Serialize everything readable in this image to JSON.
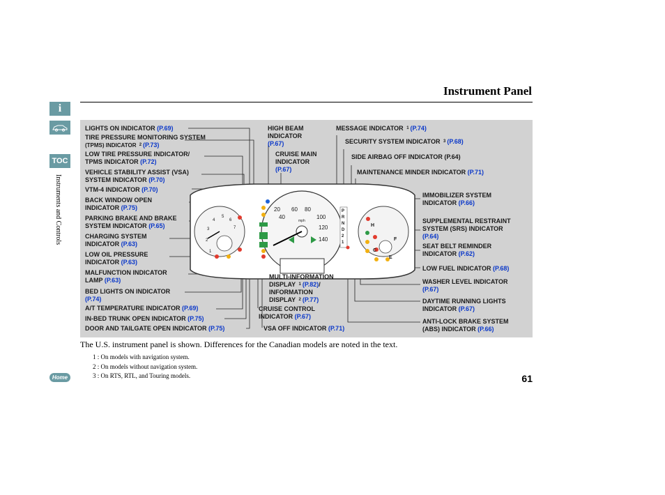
{
  "header": {
    "title": "Instrument Panel"
  },
  "sidebar": {
    "info_icon": "i",
    "car_icon": "car-icon",
    "toc_label": "TOC",
    "section_label": "Instruments and Controls",
    "home_label": "Home"
  },
  "callouts_left": [
    {
      "text": [
        "LIGHTS ON INDICATOR "
      ],
      "ref": "(P.69)"
    },
    {
      "text": [
        "TIRE PRESSURE MONITORING SYSTEM",
        "(TPMS) INDICATOR "
      ],
      "sup": "2",
      "ref": "(P.73)"
    },
    {
      "text": [
        "LOW TIRE PRESSURE INDICATOR/",
        "TPMS INDICATOR "
      ],
      "ref": "(P.72)"
    },
    {
      "text": [
        "VEHICLE STABILITY ASSIST (VSA)",
        "SYSTEM INDICATOR "
      ],
      "ref": "(P.70)"
    },
    {
      "text": [
        "VTM-4 INDICATOR "
      ],
      "ref": "(P.70)"
    },
    {
      "text": [
        "BACK WINDOW OPEN",
        "INDICATOR "
      ],
      "ref": "(P.75)"
    },
    {
      "text": [
        "PARKING BRAKE AND BRAKE",
        "SYSTEM INDICATOR "
      ],
      "ref": "(P.65)"
    },
    {
      "text": [
        "CHARGING SYSTEM",
        "INDICATOR "
      ],
      "ref": "(P.63)"
    },
    {
      "text": [
        "LOW OIL PRESSURE",
        "INDICATOR "
      ],
      "ref": "(P.63)"
    },
    {
      "text": [
        "MALFUNCTION INDICATOR",
        "LAMP "
      ],
      "ref": "(P.63)"
    },
    {
      "text": [
        "BED LIGHTS ON INDICATOR",
        ""
      ],
      "ref": "(P.74)"
    },
    {
      "text": [
        "A/T TEMPERATURE INDICATOR "
      ],
      "ref": "(P.69)"
    },
    {
      "text": [
        "IN-BED TRUNK OPEN INDICATOR "
      ],
      "ref": "(P.75)"
    },
    {
      "text": [
        "DOOR AND TAILGATE OPEN INDICATOR "
      ],
      "ref": "(P.75)"
    }
  ],
  "callouts_center": [
    {
      "text": [
        "HIGH BEAM",
        "INDICATOR",
        ""
      ],
      "ref": "(P.67)"
    },
    {
      "text": [
        "CRUISE MAIN",
        "INDICATOR",
        ""
      ],
      "ref": "(P.67)"
    },
    {
      "text": [
        "MULTI-INFORMATION",
        "DISPLAY ",
        "INFORMATION",
        "DISPLAY "
      ],
      "sup1": "1",
      "ref1": "(P.82)",
      "slash": "/",
      "sup2": "2",
      "ref2": "(P.77)"
    },
    {
      "text": [
        "CRUISE CONTROL",
        "INDICATOR "
      ],
      "ref": "(P.67)"
    },
    {
      "text": [
        "VSA OFF INDICATOR "
      ],
      "ref": "(P.71)"
    }
  ],
  "callouts_right": [
    {
      "text": [
        "MESSAGE INDICATOR "
      ],
      "sup": "1",
      "ref": "(P.74)"
    },
    {
      "text": [
        "SECURITY SYSTEM INDICATOR "
      ],
      "sup": "3",
      "ref": "(P.68)"
    },
    {
      "text": [
        "SIDE AIRBAG OFF INDICATOR (P.64)"
      ],
      "ref": ""
    },
    {
      "text": [
        "MAINTENANCE MINDER INDICATOR "
      ],
      "ref": "(P.71)"
    },
    {
      "text": [
        "IMMOBILIZER SYSTEM",
        "INDICATOR "
      ],
      "ref": "(P.66)"
    },
    {
      "text": [
        "SUPPLEMENTAL RESTRAINT",
        "SYSTEM (SRS) INDICATOR",
        ""
      ],
      "ref": "(P.64)"
    },
    {
      "text": [
        "SEAT BELT REMINDER",
        "INDICATOR "
      ],
      "ref": "(P.62)"
    },
    {
      "text": [
        "LOW FUEL INDICATOR "
      ],
      "ref": "(P.68)"
    },
    {
      "text": [
        "WASHER LEVEL INDICATOR",
        ""
      ],
      "ref": "(P.67)"
    },
    {
      "text": [
        "DAYTIME RUNNING LIGHTS",
        "INDICATOR "
      ],
      "ref": "(P.67)"
    },
    {
      "text": [
        "ANTI-LOCK BRAKE SYSTEM",
        "(ABS) INDICATOR "
      ],
      "ref": "(P.66)"
    }
  ],
  "gauge": {
    "speed_ticks": [
      "20",
      "40",
      "60",
      "80",
      "100",
      "120",
      "140"
    ],
    "unit": "mph",
    "gear_letters": [
      "P",
      "R",
      "N",
      "D",
      "2",
      "1"
    ],
    "tach_ticks": [
      "1",
      "2",
      "3",
      "4",
      "5",
      "6",
      "7"
    ],
    "fuel_labels": [
      "F",
      "E"
    ],
    "temp_labels": [
      "H",
      "C"
    ]
  },
  "body_text": {
    "caption": "The U.S. instrument panel is shown. Differences for the Canadian models are noted in the text.",
    "notes": [
      "1 : On models with navigation system.",
      "2 : On models without navigation system.",
      "3 : On RTS, RTL, and Touring models."
    ],
    "page_number": "61"
  }
}
